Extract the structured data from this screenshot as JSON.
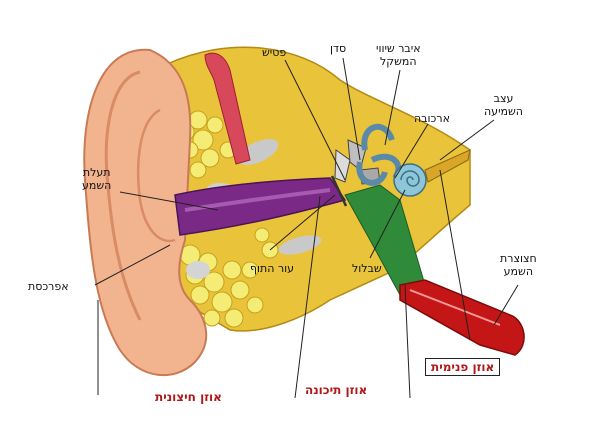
{
  "labels": {
    "hammer": "פטיש",
    "anvil": "סדן",
    "balance_organ": [
      "איבר שיווי",
      "המשקל"
    ],
    "auditory_nerve": [
      "עצב",
      "השמיעה"
    ],
    "cochlea": "ארכובה",
    "ear_canal": [
      "תעלת",
      "השמע"
    ],
    "pinna": "אפרכסת",
    "eardrum": "עור התוף",
    "stirrup": "שבלול",
    "eustachian_tube": [
      "חצוצרת",
      "השמע"
    ]
  },
  "regions": {
    "outer_ear": "אוזן חיצונית",
    "middle_ear": "אוזן תיכונה",
    "inner_ear": "אוזן פנימית"
  },
  "colors": {
    "skin": "#f2b48e",
    "skin_dark": "#d98b66",
    "bone": "#e9c33a",
    "fat": "#f5ec76",
    "canal": "#7a2a86",
    "green": "#2f8a3a",
    "blue": "#8ec6d8",
    "red": "#c41616",
    "region_text": "#b01818"
  }
}
